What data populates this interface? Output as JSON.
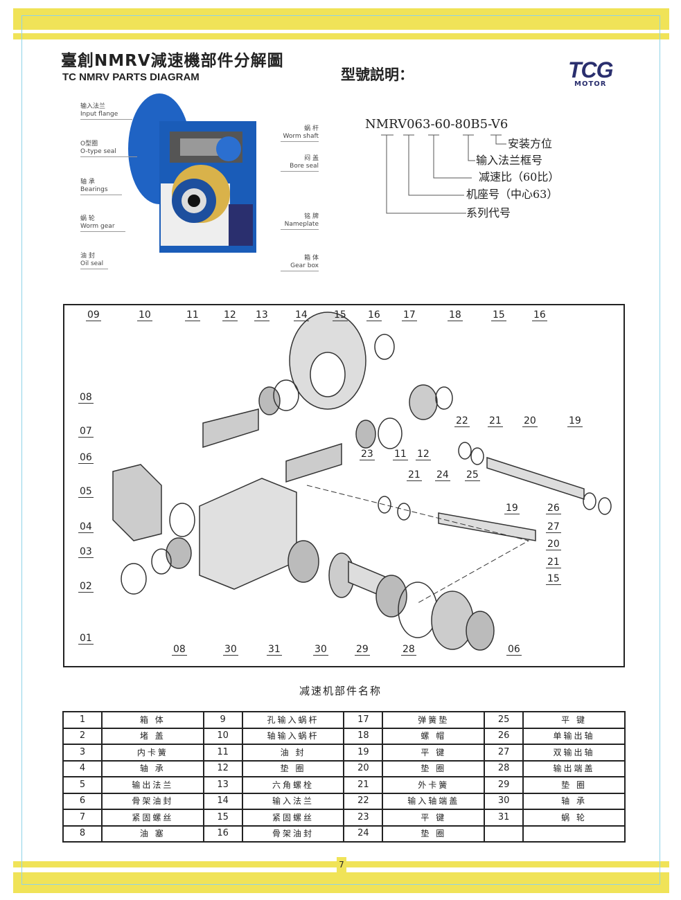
{
  "header": {
    "title_cn": "臺創NMRV減速機部件分解圖",
    "title_en": "TC NMRV PARTS  DIAGRAM",
    "model_title": "型號説明：",
    "logo_text": "TCG",
    "logo_sub": "MOTOR"
  },
  "photo_labels": [
    {
      "cn": "输入法兰",
      "en": "Input flange"
    },
    {
      "cn": "O型圈",
      "en": "O-type seal"
    },
    {
      "cn": "轴  承",
      "en": "Bearings"
    },
    {
      "cn": "蜗  轮",
      "en": "Worm gear"
    },
    {
      "cn": "油  封",
      "en": "Oil seal"
    },
    {
      "cn": "蜗  杆",
      "en": "Worm shaft"
    },
    {
      "cn": "闷  盖",
      "en": "Bore seal"
    },
    {
      "cn": "铭  牌",
      "en": "Nameplate"
    },
    {
      "cn": "箱  体",
      "en": "Gear box"
    }
  ],
  "model": {
    "code": "NMRV063-60-80B5-V6",
    "parts": [
      "安装方位",
      "输入法兰框号",
      "减速比（60比）",
      "机座号（中心63）",
      "系列代号"
    ]
  },
  "diagram_labels": [
    "09",
    "10",
    "11",
    "12",
    "13",
    "14",
    "15",
    "16",
    "17",
    "18",
    "15",
    "16",
    "08",
    "07",
    "06",
    "05",
    "04",
    "03",
    "02",
    "01",
    "08",
    "30",
    "31",
    "30",
    "29",
    "28",
    "06",
    "22",
    "21",
    "20",
    "19",
    "23",
    "11",
    "12",
    "21",
    "24",
    "25",
    "19",
    "26",
    "27",
    "20",
    "21",
    "15"
  ],
  "parts_title": "减速机部件名称",
  "parts": [
    [
      "1",
      "箱 体",
      "9",
      "孔输入蜗杆",
      "17",
      "弹簧垫",
      "25",
      "平 键"
    ],
    [
      "2",
      "堵 盖",
      "10",
      "轴输入蜗杆",
      "18",
      "螺 帽",
      "26",
      "单输出轴"
    ],
    [
      "3",
      "内卡簧",
      "11",
      "油 封",
      "19",
      "平 键",
      "27",
      "双输出轴"
    ],
    [
      "4",
      "轴 承",
      "12",
      "垫 圈",
      "20",
      "垫 圈",
      "28",
      "输出端盖"
    ],
    [
      "5",
      "输出法兰",
      "13",
      "六角螺栓",
      "21",
      "外卡簧",
      "29",
      "垫 圈"
    ],
    [
      "6",
      "骨架油封",
      "14",
      "输入法兰",
      "22",
      "输入轴端盖",
      "30",
      "轴 承"
    ],
    [
      "7",
      "紧固螺丝",
      "15",
      "紧固螺丝",
      "23",
      "平 键",
      "31",
      "蜗 轮"
    ],
    [
      "8",
      "油 塞",
      "16",
      "骨架油封",
      "24",
      "垫 圈",
      "",
      ""
    ]
  ],
  "page_number": "7",
  "colors": {
    "band": "#f0e358",
    "frame": "#8fd3e8",
    "gearbox_blue": "#1f63c4",
    "logo": "#2a2f6e"
  }
}
